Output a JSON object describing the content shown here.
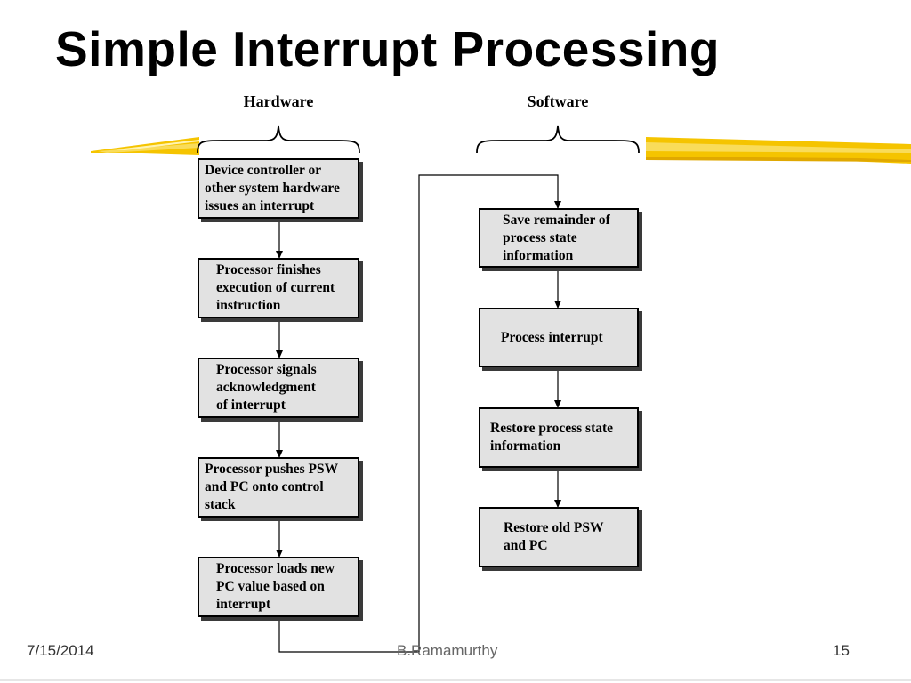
{
  "slide": {
    "title": "Simple Interrupt Processing"
  },
  "diagram": {
    "hardware_label": "Hardware",
    "software_label": "Software",
    "hardware_steps": [
      "Device controller or\nother system hardware\nissues an interrupt",
      "Processor finishes\nexecution of current\ninstruction",
      "Processor signals\nacknowledgment\nof interrupt",
      "Processor pushes PSW\nand PC onto control\nstack",
      "Processor loads new\nPC value based on\ninterrupt"
    ],
    "software_steps": [
      "Save remainder of\nprocess state\ninformation",
      "Process interrupt",
      "Restore process state\ninformation",
      "Restore old PSW\nand PC"
    ]
  },
  "footer": {
    "date": "7/15/2014",
    "author": "B.Ramamurthy",
    "page": "15"
  },
  "colors": {
    "accent_brush": "#f5c400",
    "box_fill": "#e2e2e2"
  }
}
